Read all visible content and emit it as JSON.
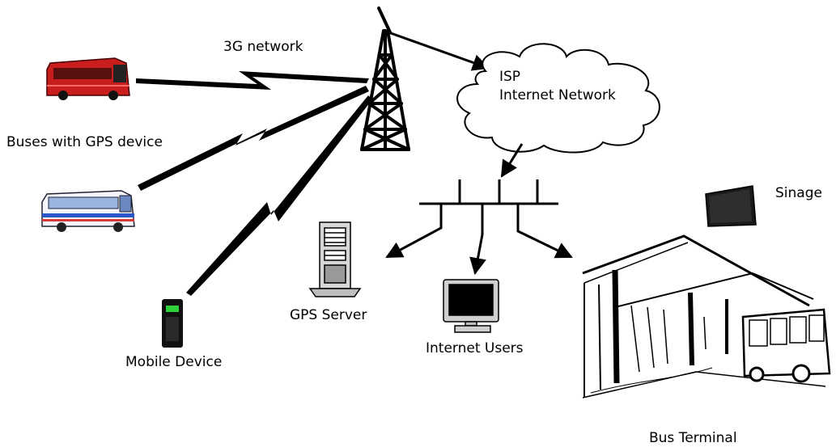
{
  "labels": {
    "network": "3G network",
    "isp_line1": "ISP",
    "isp_line2": "Internet Network",
    "buses": "Buses with GPS device",
    "sinage": "Sinage",
    "gps_server": "GPS Server",
    "internet_users": "Internet Users",
    "mobile_device": "Mobile Device",
    "bus_terminal": "Bus Terminal"
  },
  "colors": {
    "red_bus": "#c81e1e",
    "blue_bus_stripe": "#2a56c8",
    "phone_screen": "#2fd23a",
    "line": "#000000"
  },
  "icons": [
    "red-bus-icon",
    "blue-bus-icon",
    "cell-tower-icon",
    "cloud-icon",
    "mobile-phone-icon",
    "server-icon",
    "monitor-icon",
    "tv-icon",
    "bus-terminal-illustration"
  ]
}
